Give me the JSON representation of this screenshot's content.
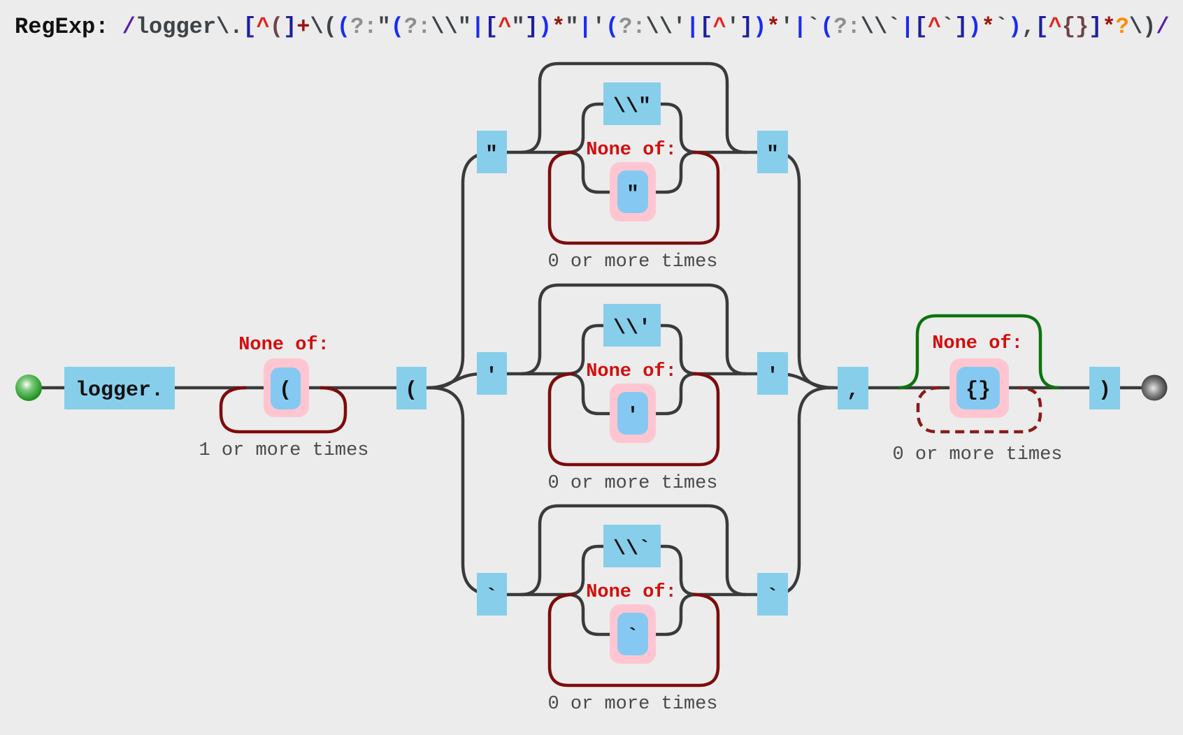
{
  "header": {
    "label": "RegExp:",
    "separator": " ",
    "pattern": "/logger\\.[^(]+\\((?:\"(?:\\\\\"|[^\"])*\"|'(?:\\\\'|[^'])*'|`(?:\\\\`|[^`])*`),[^{}]*?\\)/",
    "tokens": [
      {
        "t": "/",
        "c": "delim"
      },
      {
        "t": "logger\\.",
        "c": "lit"
      },
      {
        "t": "[",
        "c": "brk"
      },
      {
        "t": "^",
        "c": "neg"
      },
      {
        "t": "(",
        "c": "csl"
      },
      {
        "t": "]",
        "c": "brk"
      },
      {
        "t": "+",
        "c": "quant"
      },
      {
        "t": "\\(",
        "c": "lit"
      },
      {
        "t": "(",
        "c": "grp"
      },
      {
        "t": "?:",
        "c": "meta"
      },
      {
        "t": "\"",
        "c": "lit"
      },
      {
        "t": "(",
        "c": "grp"
      },
      {
        "t": "?:",
        "c": "meta"
      },
      {
        "t": "\\\\\"",
        "c": "lit"
      },
      {
        "t": "|",
        "c": "grp"
      },
      {
        "t": "[",
        "c": "brk"
      },
      {
        "t": "^",
        "c": "neg"
      },
      {
        "t": "\"",
        "c": "lit"
      },
      {
        "t": "]",
        "c": "brk"
      },
      {
        "t": ")",
        "c": "grp"
      },
      {
        "t": "*",
        "c": "quant"
      },
      {
        "t": "\"",
        "c": "lit"
      },
      {
        "t": "|",
        "c": "grp"
      },
      {
        "t": "'",
        "c": "lit"
      },
      {
        "t": "(",
        "c": "grp"
      },
      {
        "t": "?:",
        "c": "meta"
      },
      {
        "t": "\\\\'",
        "c": "lit"
      },
      {
        "t": "|",
        "c": "grp"
      },
      {
        "t": "[",
        "c": "brk"
      },
      {
        "t": "^",
        "c": "neg"
      },
      {
        "t": "'",
        "c": "lit"
      },
      {
        "t": "]",
        "c": "brk"
      },
      {
        "t": ")",
        "c": "grp"
      },
      {
        "t": "*",
        "c": "quant"
      },
      {
        "t": "'",
        "c": "lit"
      },
      {
        "t": "|",
        "c": "grp"
      },
      {
        "t": "`",
        "c": "lit"
      },
      {
        "t": "(",
        "c": "grp"
      },
      {
        "t": "?:",
        "c": "meta"
      },
      {
        "t": "\\\\`",
        "c": "lit"
      },
      {
        "t": "|",
        "c": "grp"
      },
      {
        "t": "[",
        "c": "brk"
      },
      {
        "t": "^",
        "c": "neg"
      },
      {
        "t": "`",
        "c": "lit"
      },
      {
        "t": "]",
        "c": "brk"
      },
      {
        "t": ")",
        "c": "grp"
      },
      {
        "t": "*",
        "c": "quant"
      },
      {
        "t": "`",
        "c": "lit"
      },
      {
        "t": ")",
        "c": "grp"
      },
      {
        "t": ",",
        "c": "lit"
      },
      {
        "t": "[",
        "c": "brk"
      },
      {
        "t": "^",
        "c": "neg"
      },
      {
        "t": "{}",
        "c": "csl"
      },
      {
        "t": "]",
        "c": "brk"
      },
      {
        "t": "*",
        "c": "quant"
      },
      {
        "t": "?",
        "c": "lazy"
      },
      {
        "t": "\\)",
        "c": "lit"
      },
      {
        "t": "/",
        "c": "delim"
      }
    ]
  },
  "labels": {
    "none_of": "None of:",
    "zero_or_more": "0 or more times",
    "one_or_more": "1 or more times"
  },
  "nodes": {
    "logger": "logger.",
    "open_paren": "(",
    "comma": ",",
    "close_paren": ")",
    "charset_paren": "(",
    "charset_braces": "{}"
  },
  "branches": [
    {
      "name": "double-quote",
      "delimiter": "\"",
      "escape": "\\\\\"",
      "excluded": "\""
    },
    {
      "name": "single-quote",
      "delimiter": "'",
      "escape": "\\\\'",
      "excluded": "'"
    },
    {
      "name": "backtick",
      "delimiter": "`",
      "escape": "\\\\`",
      "excluded": "`"
    }
  ],
  "colors": {
    "background": "#ECECEC",
    "rail": "#3A3A3A",
    "loop": "#7D0C0C",
    "lazy_skip": "#0D730D",
    "none_of_text": "#D40D0D",
    "times_text": "#4A4A4A",
    "literal_box": "#87CEEB",
    "charset_wrap": "#FFC6D2",
    "charset_inner": "#85C9F2",
    "start_terminal": "#2E9E2E",
    "end_terminal": "#0D0D0D"
  }
}
